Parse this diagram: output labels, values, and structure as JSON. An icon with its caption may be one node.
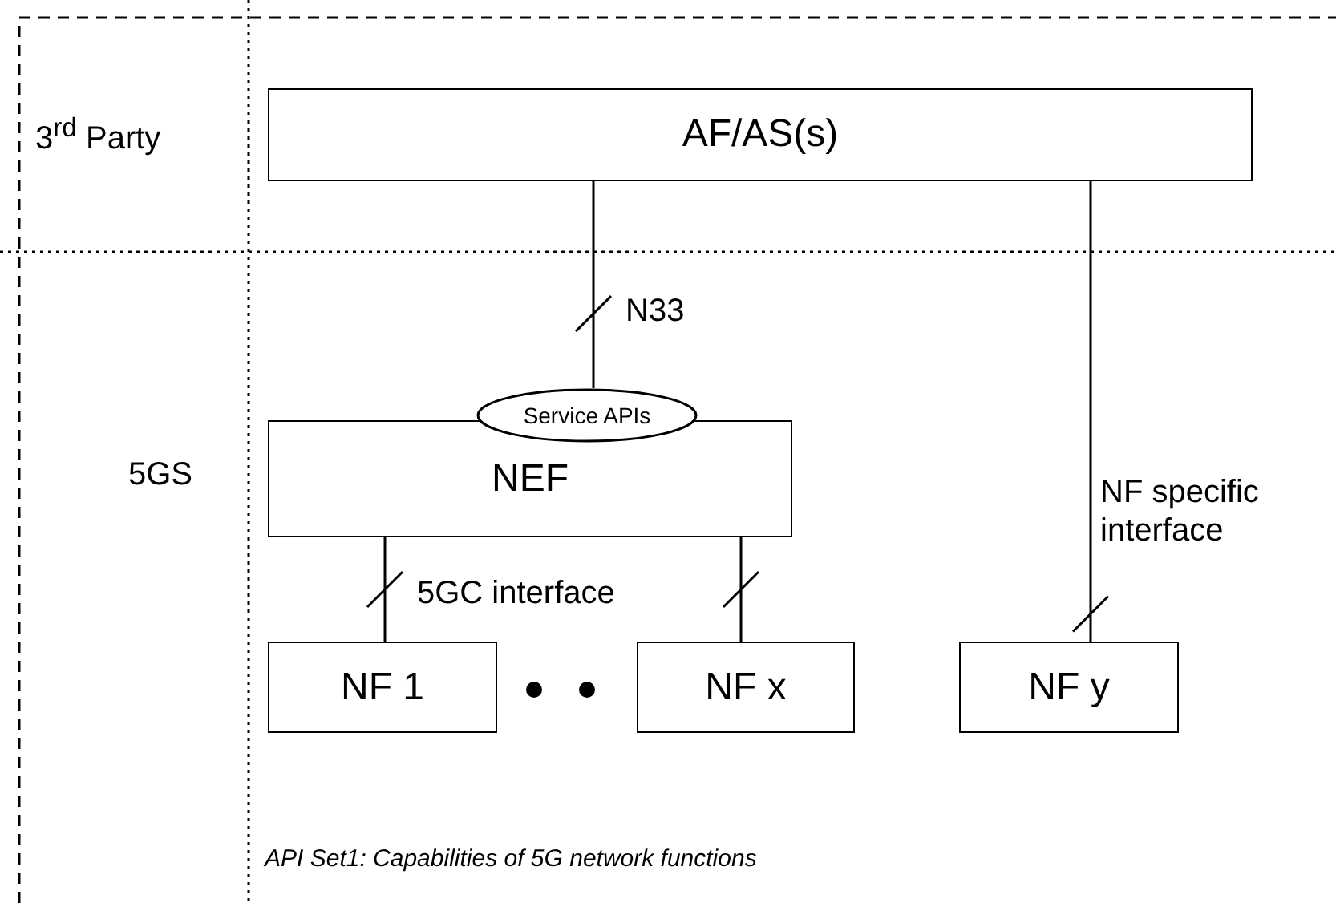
{
  "diagram": {
    "caption": "API Set1: Capabilities of 5G network functions",
    "nodes": [
      {
        "text": [
          "AF/AS(s)"
        ]
      },
      {
        "text": [
          "Service APIs"
        ]
      },
      {
        "text": [
          "NEF"
        ]
      },
      {
        "text": [
          "NF 1"
        ]
      },
      {
        "text": [
          "NF x"
        ]
      },
      {
        "text": [
          "NF y"
        ]
      }
    ],
    "edges": [
      {
        "from": 0,
        "to": 1,
        "arrow": "none",
        "label": "N33"
      },
      {
        "from": 2,
        "to": 3,
        "arrow": "none",
        "label": "5GC interface"
      },
      {
        "from": 2,
        "to": 4,
        "arrow": "none"
      },
      {
        "from": 0,
        "to": 5,
        "arrow": "none",
        "label": "NF specific interface"
      }
    ],
    "labels": [
      "3$^{rd}$ Party",
      "5GS"
    ]
  }
}
